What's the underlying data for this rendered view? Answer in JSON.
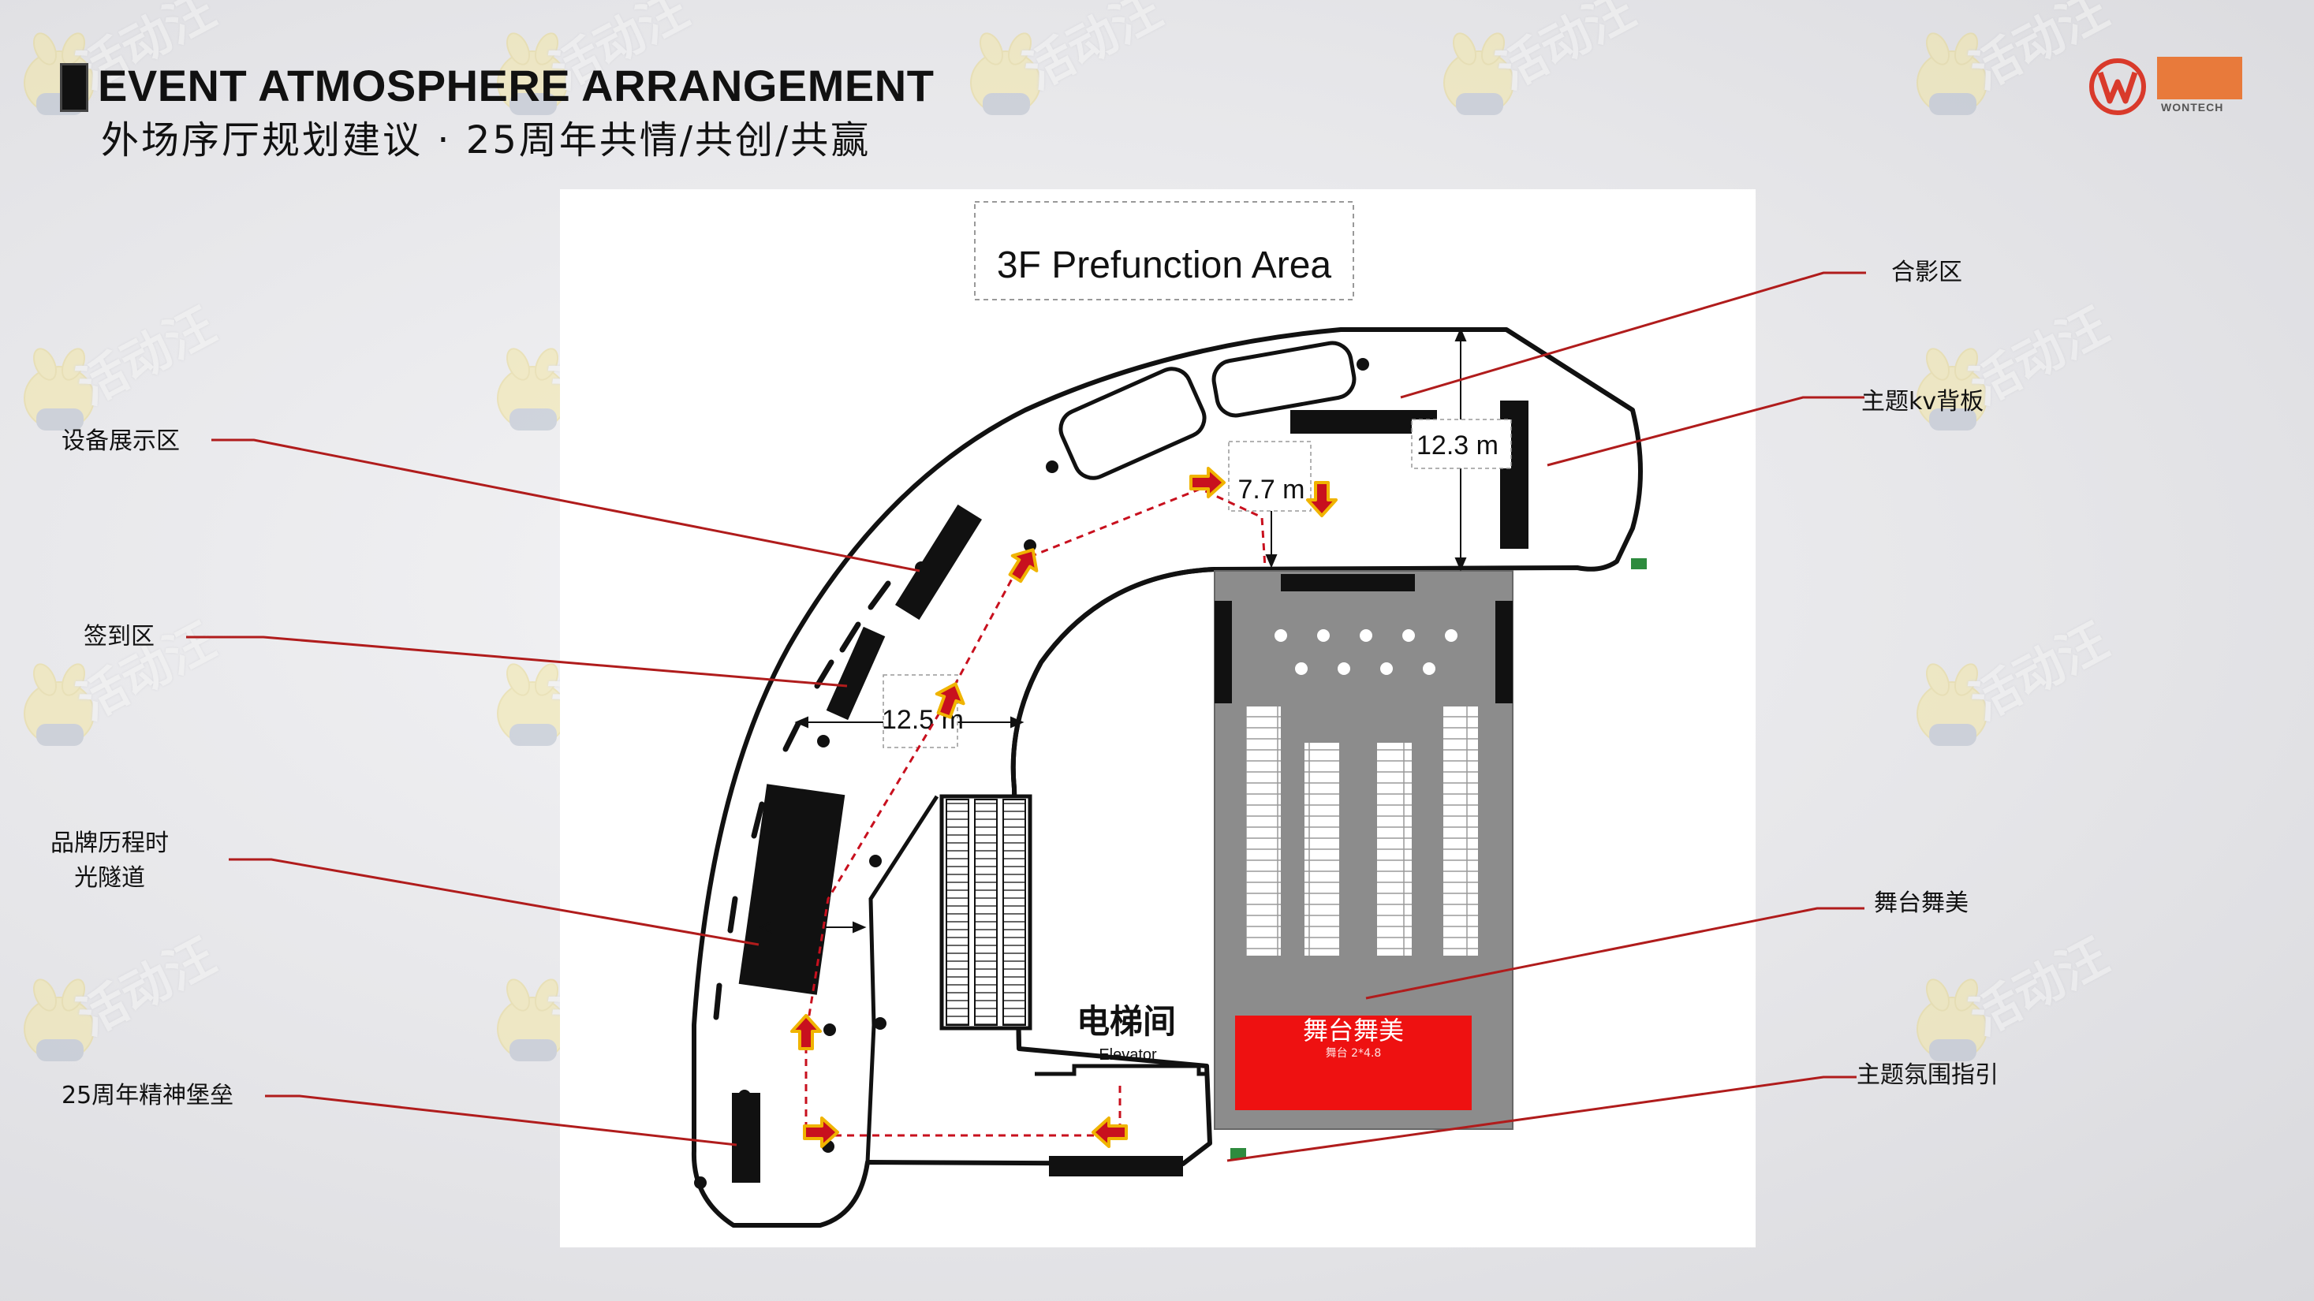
{
  "header": {
    "title_en": "EVENT ATMOSPHERE ARRANGEMENT",
    "title_cn": "外场序厅规划建议 · 25周年共情/共创/共赢"
  },
  "brand": {
    "logo_text": "WONTECH",
    "accent": "#e87a3b",
    "logo_red": "#d93a2b"
  },
  "watermark": {
    "text": "活动汪"
  },
  "floorplan": {
    "area_title": "3F Prefunction Area",
    "dimensions": {
      "d1": "12.3 m",
      "d2": "7.7 m",
      "d3": "12.5 m"
    },
    "elevator_cn": "电梯间",
    "elevator_en": "Elevator",
    "stage_label": "舞台舞美",
    "stage_sub": "舞台 2*4.8"
  },
  "callouts": {
    "photo_zone": "合影区",
    "kv_backdrop": "主题kv背板",
    "equipment": "设备展示区",
    "signin": "签到区",
    "brand_history_line1": "品牌历程时",
    "brand_history_line2": "光隧道",
    "anniversary_fort": "25周年精神堡垒",
    "stage_design": "舞台舞美",
    "atmosphere_guide": "主题氛围指引"
  },
  "colors": {
    "leader_line": "#b01c1c",
    "arrow_red": "#c8101e",
    "arrow_outline": "#f0b400",
    "hall_gray": "#8c8c8c",
    "stage_red": "#ee1111"
  }
}
